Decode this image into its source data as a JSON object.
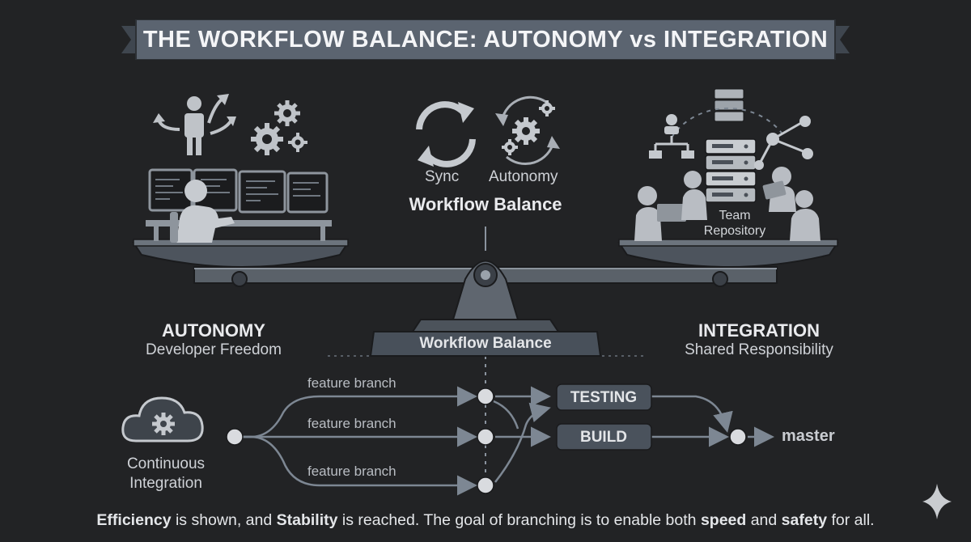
{
  "title": "THE WORKFLOW BALANCE: AUTONOMY vs INTEGRATION",
  "center_top": {
    "sync_label": "Sync",
    "autonomy_label": "Autonomy",
    "balance_label": "Workflow Balance"
  },
  "fulcrum_label": "Workflow Balance",
  "left_side": {
    "heading": "AUTONOMY",
    "subheading": "Developer Freedom"
  },
  "right_side": {
    "heading": "INTEGRATION",
    "subheading": "Shared Responsibility",
    "repository_label_1": "Team",
    "repository_label_2": "Repository"
  },
  "pipeline": {
    "ci_label_1": "Continuous",
    "ci_label_2": "Integration",
    "branch_labels": [
      "feature branch",
      "feature branch",
      "feature branch"
    ],
    "testing_label": "TESTING",
    "build_label": "BUILD",
    "master_label": "master"
  },
  "footer": {
    "word_efficiency": "Efficiency",
    "text_1": " is shown, and ",
    "word_stability": "Stability",
    "text_2": " is reached. The goal of branching is to enable both ",
    "word_speed": "speed",
    "text_3": " and ",
    "word_safety": "safety",
    "text_4": " for all."
  },
  "colors": {
    "background": "#222325",
    "banner": "#5b6470",
    "line": "#7d8793",
    "node": "#d9dbdf",
    "pill": "#4a525c",
    "text": "#e6e7ea"
  },
  "icons": [
    "person-arrows-icon",
    "gears-icon",
    "monitors-icon",
    "developer-icon",
    "sync-icon",
    "gear-cycle-icon",
    "server-icon",
    "team-icon",
    "network-icon",
    "cloud-gear-icon",
    "sparkle-icon"
  ]
}
